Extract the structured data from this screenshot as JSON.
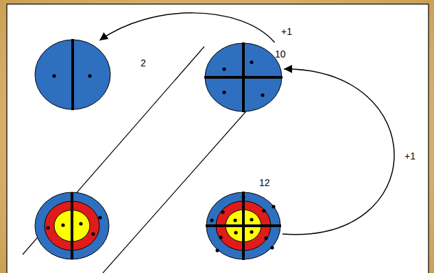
{
  "diagram": {
    "nodes": [
      {
        "text": [
          "2"
        ]
      },
      {
        "text": [
          "10"
        ]
      },
      {
        "text": [
          "12"
        ]
      }
    ],
    "edges": [
      {
        "from": 1,
        "to": 0,
        "arrow": "to",
        "label": "+1"
      },
      {
        "from": 2,
        "to": 1,
        "arrow": "to",
        "label": "+1"
      }
    ]
  }
}
